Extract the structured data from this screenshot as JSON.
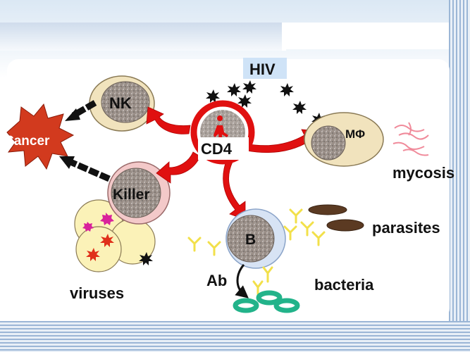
{
  "labels": {
    "hiv": "HIV",
    "cd4": "CD4",
    "nk": "NK",
    "cancer": "Cancer",
    "killer": "Killer",
    "macrophage": "MΦ",
    "b_cell": "B",
    "antibody": "Ab",
    "mycosis": "mycosis",
    "parasites": "parasites",
    "viruses": "viruses",
    "bacteria": "bacteria"
  },
  "colors": {
    "arrow_red": "#e01010",
    "cell_outer": "#f1e3bd",
    "cell_nucleus": "#9a8f88",
    "b_cell": "#d7e3f4",
    "bacteria_green": "#22b38a",
    "y_antibody": "#f2e04a",
    "hiv_box": "#cfe3f7"
  }
}
